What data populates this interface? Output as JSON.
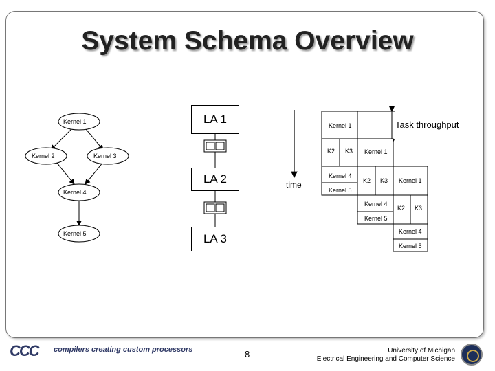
{
  "title": "System Schema Overview",
  "graph": {
    "kernels": [
      "Kernel 1",
      "Kernel 2",
      "Kernel 3",
      "Kernel 4",
      "Kernel 5"
    ]
  },
  "accelerators": [
    "LA 1",
    "LA 2",
    "LA 3"
  ],
  "timeline": {
    "time_label": "time",
    "throughput_label": "Task throughput",
    "k1": "Kernel 1",
    "k2": "K2",
    "k3": "K3",
    "k4": "Kernel 4",
    "k5": "Kernel 5"
  },
  "footer": {
    "logo_text": "CCC",
    "brand": "compilers creating custom processors",
    "page": "8",
    "university": "University of Michigan",
    "department": "Electrical Engineering and Computer Science"
  },
  "colors": {
    "title_shadow": "#9a9a9a",
    "brand": "#303a66",
    "seal": "#1d2f5a"
  }
}
